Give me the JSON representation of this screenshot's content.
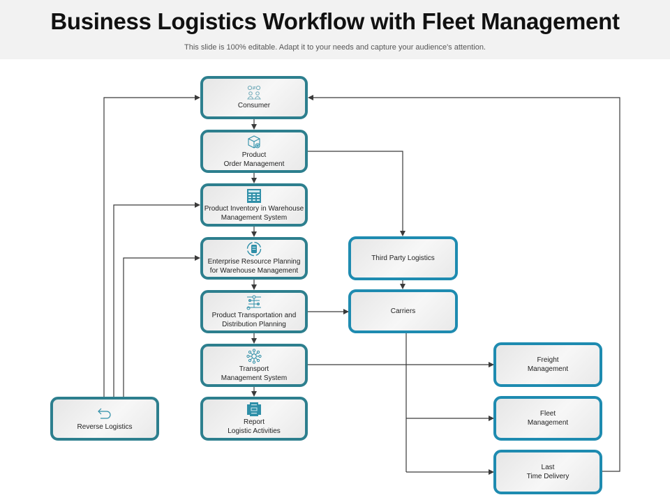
{
  "header": {
    "title": "Business Logistics Workflow with Fleet Management",
    "subtitle": "This slide is 100% editable. Adapt it to your needs and capture your audience's attention."
  },
  "colors": {
    "main_border": "#2d7f8e",
    "secondary_border": "#1e8bb0",
    "icon": "#2f8fa8",
    "connector": "#3a3a3a"
  },
  "nodes": {
    "consumer": {
      "label": "Consumer",
      "icon": "consumer-exchange-icon"
    },
    "order_management": {
      "label": "Product\nOrder Management",
      "icon": "product-box-gear-icon"
    },
    "inventory": {
      "label": "Product Inventory in Warehouse\nManagement System",
      "icon": "calculator-grid-icon"
    },
    "erp": {
      "label": "Enterprise Resource Planning\nfor Warehouse Management",
      "icon": "cycle-document-icon"
    },
    "transportation_planning": {
      "label": "Product Transportation and\nDistribution Planning",
      "icon": "network-planning-icon"
    },
    "tms": {
      "label": "Transport\nManagement System",
      "icon": "network-hub-icon"
    },
    "report": {
      "label": "Report\nLogistic Activities",
      "icon": "report-document-icon"
    },
    "reverse_logistics": {
      "label": "Reverse Logistics",
      "icon": "return-arrow-icon"
    },
    "third_party": {
      "label": "Third Party Logistics"
    },
    "carriers": {
      "label": "Carriers"
    },
    "freight": {
      "label": "Freight\nManagement"
    },
    "fleet": {
      "label": "Fleet\nManagement"
    },
    "last_delivery": {
      "label": "Last\nTime Delivery"
    }
  },
  "connections": [
    [
      "consumer",
      "order_management"
    ],
    [
      "order_management",
      "inventory"
    ],
    [
      "inventory",
      "erp"
    ],
    [
      "erp",
      "transportation_planning"
    ],
    [
      "transportation_planning",
      "tms"
    ],
    [
      "tms",
      "report"
    ],
    [
      "order_management",
      "third_party"
    ],
    [
      "third_party",
      "carriers"
    ],
    [
      "transportation_planning",
      "carriers"
    ],
    [
      "tms",
      "freight"
    ],
    [
      "carriers",
      "fleet"
    ],
    [
      "carriers",
      "last_delivery"
    ],
    [
      "last_delivery",
      "consumer"
    ],
    [
      "reverse_logistics",
      "consumer"
    ],
    [
      "reverse_logistics",
      "inventory"
    ],
    [
      "reverse_logistics",
      "erp"
    ]
  ]
}
